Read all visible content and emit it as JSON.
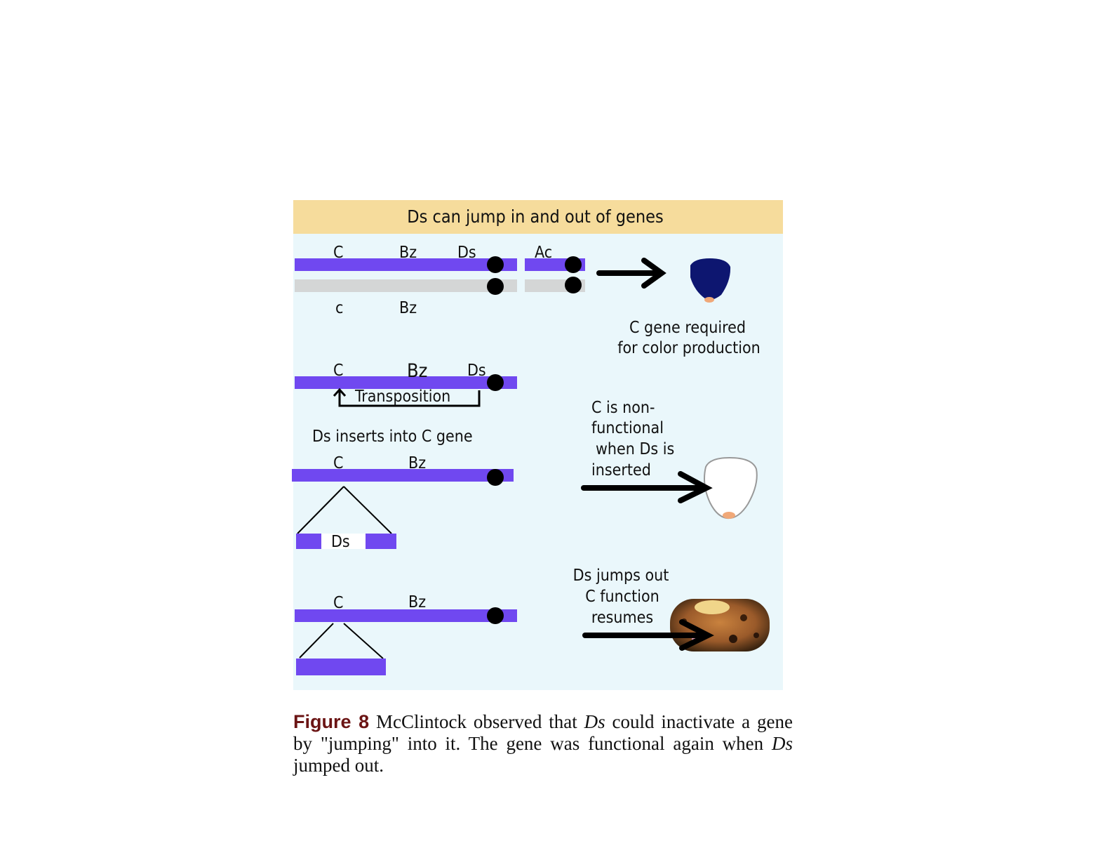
{
  "colors": {
    "header": "#f6dc9c",
    "panel": "#eaf7fb",
    "chromosome": "#7048f0",
    "homolog": "#d4d6d6",
    "centromere": "#000000",
    "kernel_colored": "#0d1670"
  },
  "panel": {
    "title": "Ds can jump in and out of genes",
    "row1": {
      "top_labels": [
        "C",
        "Bz",
        "Ds",
        "Ac"
      ],
      "bottom_labels": [
        "c",
        "Bz"
      ],
      "note_lines": [
        "C gene required",
        "for color production"
      ]
    },
    "row2": {
      "labels": [
        "C",
        "Bz",
        "Ds"
      ],
      "bracket_label": "Transposition"
    },
    "row3": {
      "heading": "Ds inserts into C gene",
      "labels": [
        "C",
        "Bz"
      ],
      "insert_label": "Ds",
      "note_lines": [
        "C is non-",
        "functional",
        "when Ds is",
        "inserted"
      ]
    },
    "row4": {
      "labels": [
        "C",
        "Bz"
      ],
      "note_lines": [
        "Ds jumps out",
        "C function",
        "resumes"
      ]
    }
  },
  "caption": {
    "figure_label": "Figure 8",
    "line1_a": " McClintock observed that ",
    "line1_ds": "Ds",
    "line1_b": " could inactivate a gene",
    "line2_a": "by \"jumping\" into it. The gene was functional again when ",
    "line2_ds": "Ds",
    "line3": "jumped out."
  }
}
